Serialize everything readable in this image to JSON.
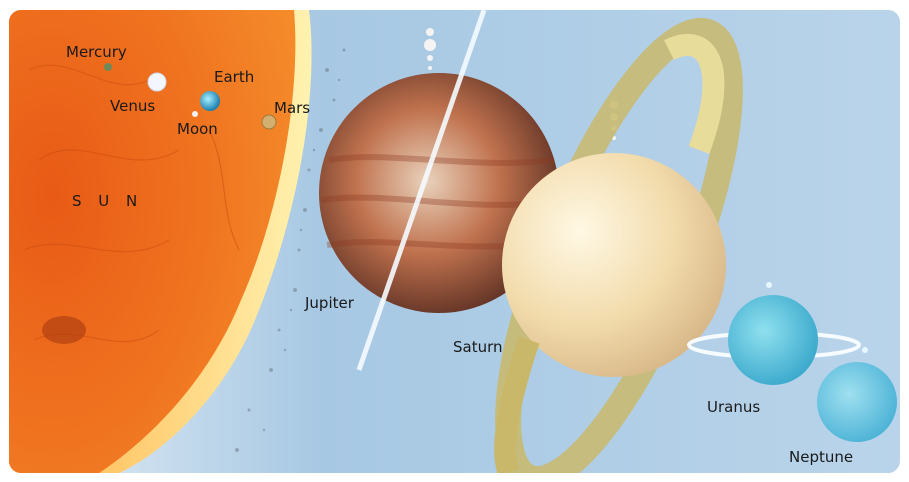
{
  "labels": {
    "sun": "S U N",
    "mercury": "Mercury",
    "venus": "Venus",
    "earth": "Earth",
    "moon": "Moon",
    "mars": "Mars",
    "jupiter": "Jupiter",
    "saturn": "Saturn",
    "uranus": "Uranus",
    "neptune": "Neptune"
  },
  "colors": {
    "space": "#a9cbe4",
    "sun": "#f0701e",
    "sun_corona": "#ffe07a",
    "jupiter": "#b55a3a",
    "saturn": "#f3dca8",
    "uranus": "#5fc2dc",
    "neptune": "#6ec3e0"
  }
}
